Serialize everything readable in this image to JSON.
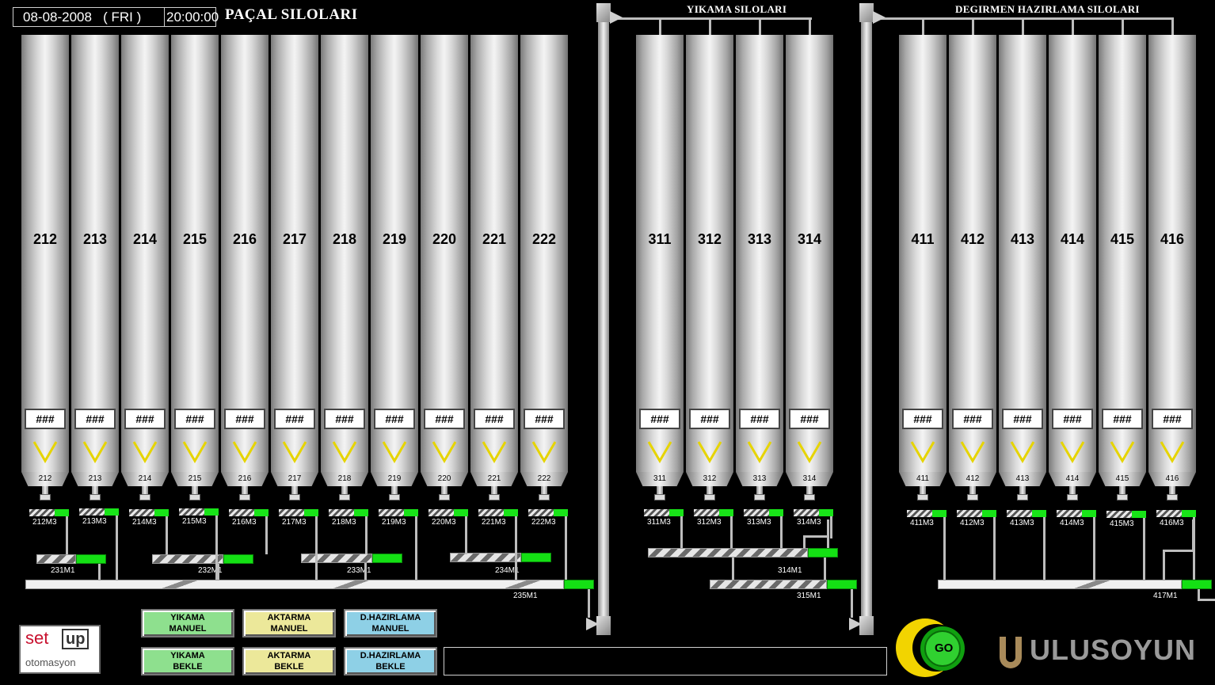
{
  "header": {
    "date": "08-08-2008   ( FRI )",
    "time": "20:00:00",
    "title": "PAÇAL SILOLARI"
  },
  "groups": {
    "yikama_title": "YIKAMA SILOLARI",
    "degirmen_title": "DEGIRMEN HAZIRLAMA SILOLARI"
  },
  "silos": [
    {
      "id": "212",
      "value": "###",
      "cone": "212",
      "feeder": "212M3"
    },
    {
      "id": "213",
      "value": "###",
      "cone": "213",
      "feeder": "213M3"
    },
    {
      "id": "214",
      "value": "###",
      "cone": "214",
      "feeder": "214M3"
    },
    {
      "id": "215",
      "value": "###",
      "cone": "215",
      "feeder": "215M3"
    },
    {
      "id": "216",
      "value": "###",
      "cone": "216",
      "feeder": "216M3"
    },
    {
      "id": "217",
      "value": "###",
      "cone": "217",
      "feeder": "217M3"
    },
    {
      "id": "218",
      "value": "###",
      "cone": "218",
      "feeder": "218M3"
    },
    {
      "id": "219",
      "value": "###",
      "cone": "219",
      "feeder": "219M3"
    },
    {
      "id": "220",
      "value": "###",
      "cone": "220",
      "feeder": "220M3"
    },
    {
      "id": "221",
      "value": "###",
      "cone": "221",
      "feeder": "221M3"
    },
    {
      "id": "222",
      "value": "###",
      "cone": "222",
      "feeder": "222M3"
    },
    {
      "id": "311",
      "value": "###",
      "cone": "311",
      "feeder": "311M3"
    },
    {
      "id": "312",
      "value": "###",
      "cone": "312",
      "feeder": "312M3"
    },
    {
      "id": "313",
      "value": "###",
      "cone": "313",
      "feeder": "313M3"
    },
    {
      "id": "314",
      "value": "###",
      "cone": "314",
      "feeder": "314M3"
    },
    {
      "id": "411",
      "value": "###",
      "cone": "411",
      "feeder": "411M3"
    },
    {
      "id": "412",
      "value": "###",
      "cone": "412",
      "feeder": "412M3"
    },
    {
      "id": "413",
      "value": "###",
      "cone": "413",
      "feeder": "413M3"
    },
    {
      "id": "414",
      "value": "###",
      "cone": "414",
      "feeder": "414M3"
    },
    {
      "id": "415",
      "value": "###",
      "cone": "415",
      "feeder": "415M3"
    },
    {
      "id": "416",
      "value": "###",
      "cone": "416",
      "feeder": "416M3"
    }
  ],
  "conveyors": [
    {
      "label": "231M1"
    },
    {
      "label": "232M1"
    },
    {
      "label": "233M1"
    },
    {
      "label": "234M1"
    },
    {
      "label": "235M1"
    },
    {
      "label": "314M1"
    },
    {
      "label": "315M1"
    },
    {
      "label": "417M1"
    }
  ],
  "buttons": {
    "yikama_manuel": [
      "YIKAMA",
      "MANUEL"
    ],
    "aktarma_manuel": [
      "AKTARMA",
      "MANUEL"
    ],
    "dhazirlama_manuel": [
      "D.HAZIRLAMA",
      "MANUEL"
    ],
    "yikama_bekle": [
      "YIKAMA",
      "BEKLE"
    ],
    "aktarma_bekle": [
      "AKTARMA",
      "BEKLE"
    ],
    "dhazirlama_bekle": [
      "D.HAZIRLAMA",
      "BEKLE"
    ]
  },
  "logos": {
    "setup_word": "set",
    "setup_up": "up",
    "setup_sub": "otomasyon",
    "go": "GO",
    "ulusoy": "ULUSOYUN"
  },
  "colors": {
    "running_green": "#18e418",
    "manuel_green": "#8ee08e",
    "manuel_yellow": "#ece89a",
    "manuel_blue": "#8ed0e6"
  }
}
